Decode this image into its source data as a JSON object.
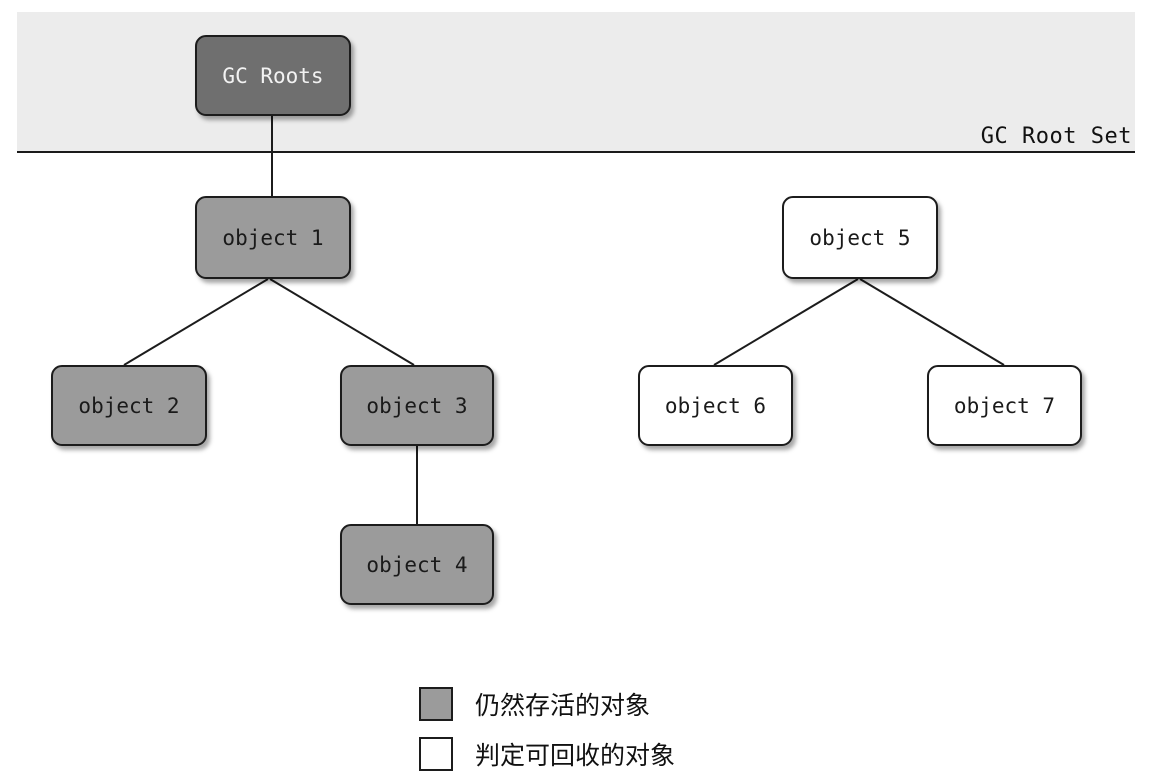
{
  "band": {
    "label": "GC Root Set"
  },
  "nodes": {
    "gc_roots": {
      "label": "GC Roots",
      "status": "root"
    },
    "object1": {
      "label": "object 1",
      "status": "live"
    },
    "object2": {
      "label": "object 2",
      "status": "live"
    },
    "object3": {
      "label": "object 3",
      "status": "live"
    },
    "object4": {
      "label": "object 4",
      "status": "live"
    },
    "object5": {
      "label": "object 5",
      "status": "dead"
    },
    "object6": {
      "label": "object 6",
      "status": "dead"
    },
    "object7": {
      "label": "object 7",
      "status": "dead"
    }
  },
  "edges": [
    [
      "gc_roots",
      "object1"
    ],
    [
      "object1",
      "object2"
    ],
    [
      "object1",
      "object3"
    ],
    [
      "object3",
      "object4"
    ],
    [
      "object5",
      "object6"
    ],
    [
      "object5",
      "object7"
    ]
  ],
  "legend": {
    "live": {
      "label": "仍然存活的对象",
      "color": "#9b9b9b"
    },
    "dead": {
      "label": "判定可回收的对象",
      "color": "#ffffff"
    }
  },
  "colors": {
    "root_fill": "#6f6f6f",
    "live_fill": "#9b9b9b",
    "dead_fill": "#ffffff",
    "band_fill": "#ececec",
    "stroke": "#1c1c1c"
  }
}
